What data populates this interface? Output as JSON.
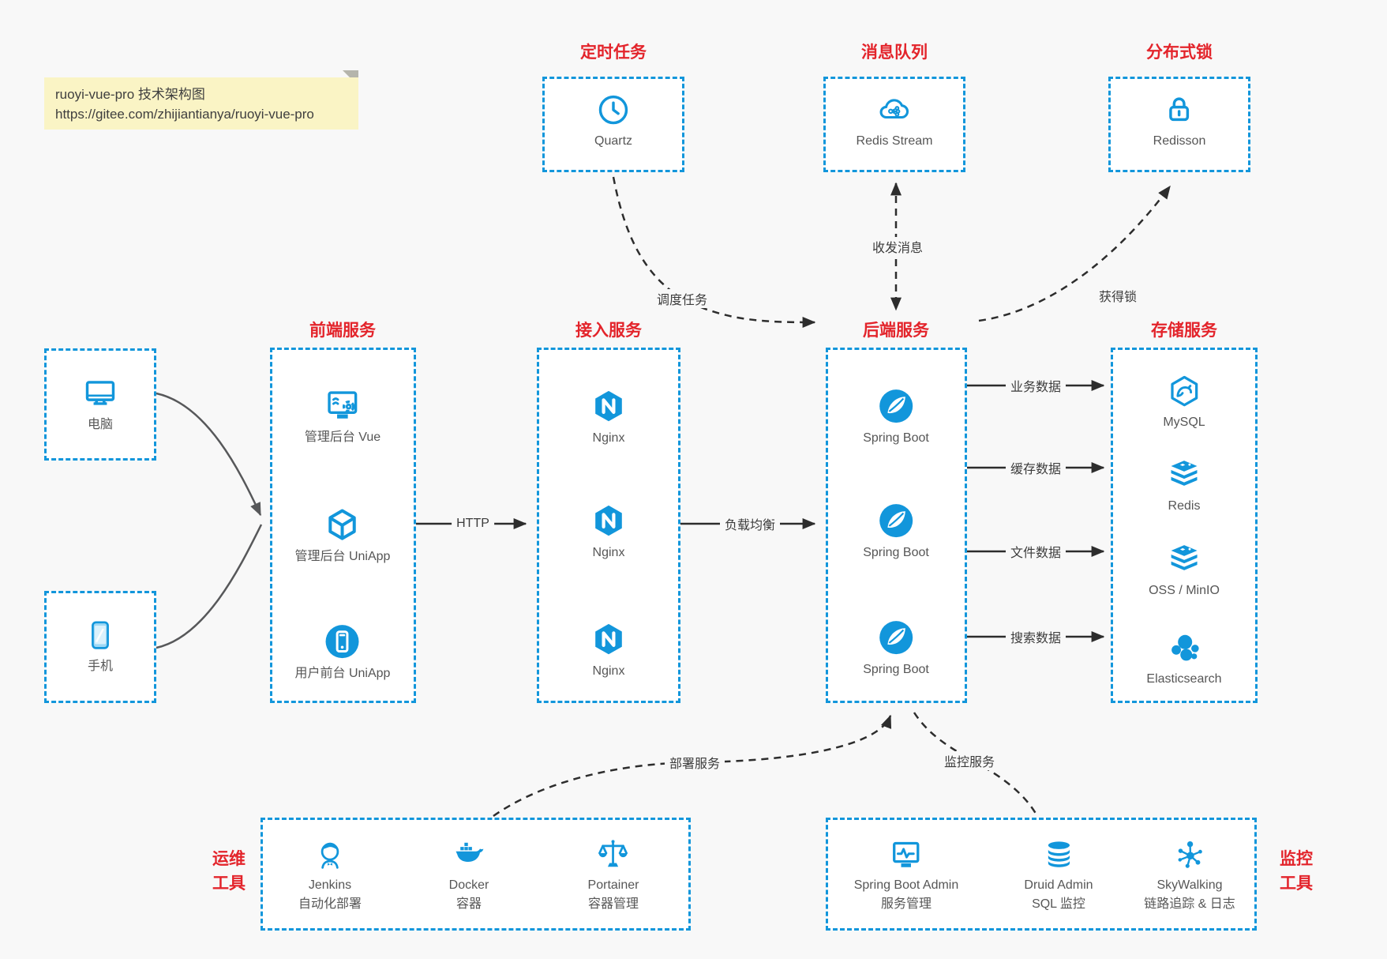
{
  "note": {
    "title": "ruoyi-vue-pro 技术架构图",
    "url": "https://gitee.com/zhijiantianya/ruoyi-vue-pro"
  },
  "top_services": [
    {
      "title": "定时任务",
      "item": "Quartz"
    },
    {
      "title": "消息队列",
      "item": "Redis Stream"
    },
    {
      "title": "分布式锁",
      "item": "Redisson"
    }
  ],
  "clients": [
    {
      "label": "电脑"
    },
    {
      "label": "手机"
    }
  ],
  "columns": {
    "frontend": {
      "title": "前端服务",
      "items": [
        {
          "label": "管理后台 Vue"
        },
        {
          "label": "管理后台 UniApp"
        },
        {
          "label": "用户前台 UniApp"
        }
      ]
    },
    "gateway": {
      "title": "接入服务",
      "items": [
        {
          "label": "Nginx"
        },
        {
          "label": "Nginx"
        },
        {
          "label": "Nginx"
        }
      ]
    },
    "backend": {
      "title": "后端服务",
      "items": [
        {
          "label": "Spring Boot"
        },
        {
          "label": "Spring Boot"
        },
        {
          "label": "Spring Boot"
        }
      ]
    },
    "storage": {
      "title": "存储服务",
      "items": [
        {
          "label": "MySQL"
        },
        {
          "label": "Redis"
        },
        {
          "label": "OSS / MinIO"
        },
        {
          "label": "Elasticsearch"
        }
      ]
    }
  },
  "edges": {
    "http": "HTTP",
    "load_balance": "负载均衡",
    "business_data": "业务数据",
    "cache_data": "缓存数据",
    "file_data": "文件数据",
    "search_data": "搜索数据",
    "schedule_task": "调度任务",
    "send_receive_message": "收发消息",
    "acquire_lock": "获得锁",
    "deploy_service": "部署服务",
    "monitor_service": "监控服务"
  },
  "ops_tools": {
    "side_line1": "运维",
    "side_line2": "工具",
    "items": [
      {
        "name": "Jenkins",
        "desc": "自动化部署"
      },
      {
        "name": "Docker",
        "desc": "容器"
      },
      {
        "name": "Portainer",
        "desc": "容器管理"
      }
    ]
  },
  "monitor_tools": {
    "side_line1": "监控",
    "side_line2": "工具",
    "items": [
      {
        "name": "Spring Boot Admin",
        "desc": "服务管理"
      },
      {
        "name": "Druid Admin",
        "desc": "SQL 监控"
      },
      {
        "name": "SkyWalking",
        "desc": "链路追踪 & 日志"
      }
    ]
  },
  "colors": {
    "accent_blue": "#1296db",
    "title_red": "#e3242b",
    "arrow_dark": "#2d2d2d",
    "client_arrow_gray": "#57585a",
    "note_bg": "#faf4c5",
    "canvas_bg": "#f8f8f8"
  }
}
